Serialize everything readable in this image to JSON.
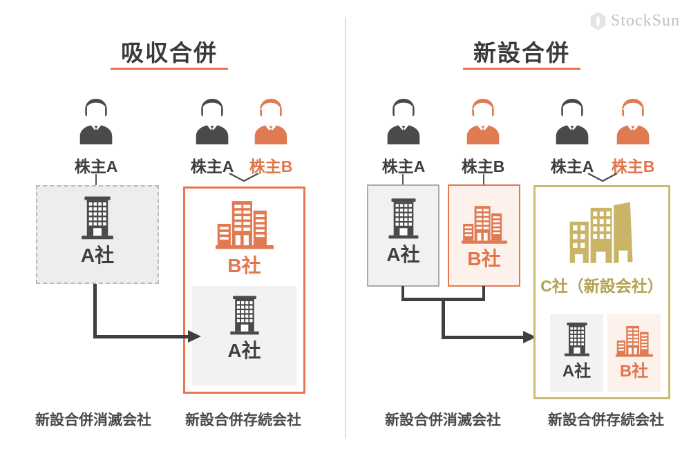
{
  "brand": {
    "name": "StockSun"
  },
  "colors": {
    "accent_orange": "#E8764D",
    "dark": "#3E3E3E",
    "gold_border": "#CBBC74",
    "gold_text": "#B2A252",
    "gray_box_bg": "#F1F1F1",
    "light_orange_bg": "#FCF1EB"
  },
  "left": {
    "title": "吸収合併",
    "shareholder_1": "株主A",
    "shareholder_2": "株主A",
    "shareholder_3": "株主B",
    "company_a": "A社",
    "company_b": "B社",
    "company_a_inner": "A社",
    "footer_dissolve": "新設合併消滅会社",
    "footer_survive": "新設合併存続会社"
  },
  "right": {
    "title": "新設合併",
    "shareholder_1": "株主A",
    "shareholder_2": "株主B",
    "shareholder_3": "株主A",
    "shareholder_4": "株主B",
    "company_a": "A社",
    "company_b": "B社",
    "company_c": "C社（新設会社）",
    "inner_a": "A社",
    "inner_b": "B社",
    "footer_dissolve": "新設合併消滅会社",
    "footer_survive": "新設合併存続会社"
  }
}
